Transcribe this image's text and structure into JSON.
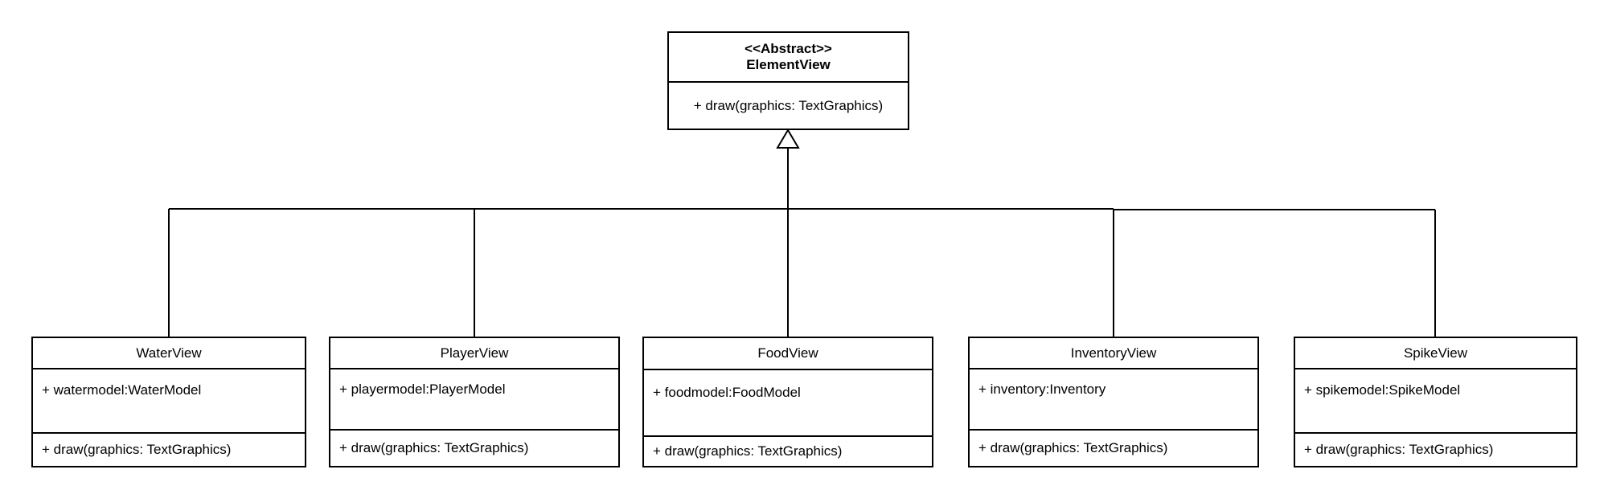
{
  "diagram": {
    "parent": {
      "stereotype": "<<Abstract>>",
      "name": "ElementView",
      "operations": [
        "+ draw(graphics: TextGraphics)"
      ]
    },
    "children": [
      {
        "name": "WaterView",
        "attributes": [
          "+ watermodel:WaterModel"
        ],
        "operations": [
          "+ draw(graphics: TextGraphics)"
        ]
      },
      {
        "name": "PlayerView",
        "attributes": [
          "+ playermodel:PlayerModel"
        ],
        "operations": [
          "+ draw(graphics: TextGraphics)"
        ]
      },
      {
        "name": "FoodView",
        "attributes": [
          "+ foodmodel:FoodModel"
        ],
        "operations": [
          "+ draw(graphics: TextGraphics)"
        ]
      },
      {
        "name": "InventoryView",
        "attributes": [
          "+ inventory:Inventory"
        ],
        "operations": [
          "+ draw(graphics: TextGraphics)"
        ]
      },
      {
        "name": "SpikeView",
        "attributes": [
          "+ spikemodel:SpikeModel"
        ],
        "operations": [
          "+ draw(graphics: TextGraphics)"
        ]
      }
    ],
    "relationship": "generalization"
  }
}
